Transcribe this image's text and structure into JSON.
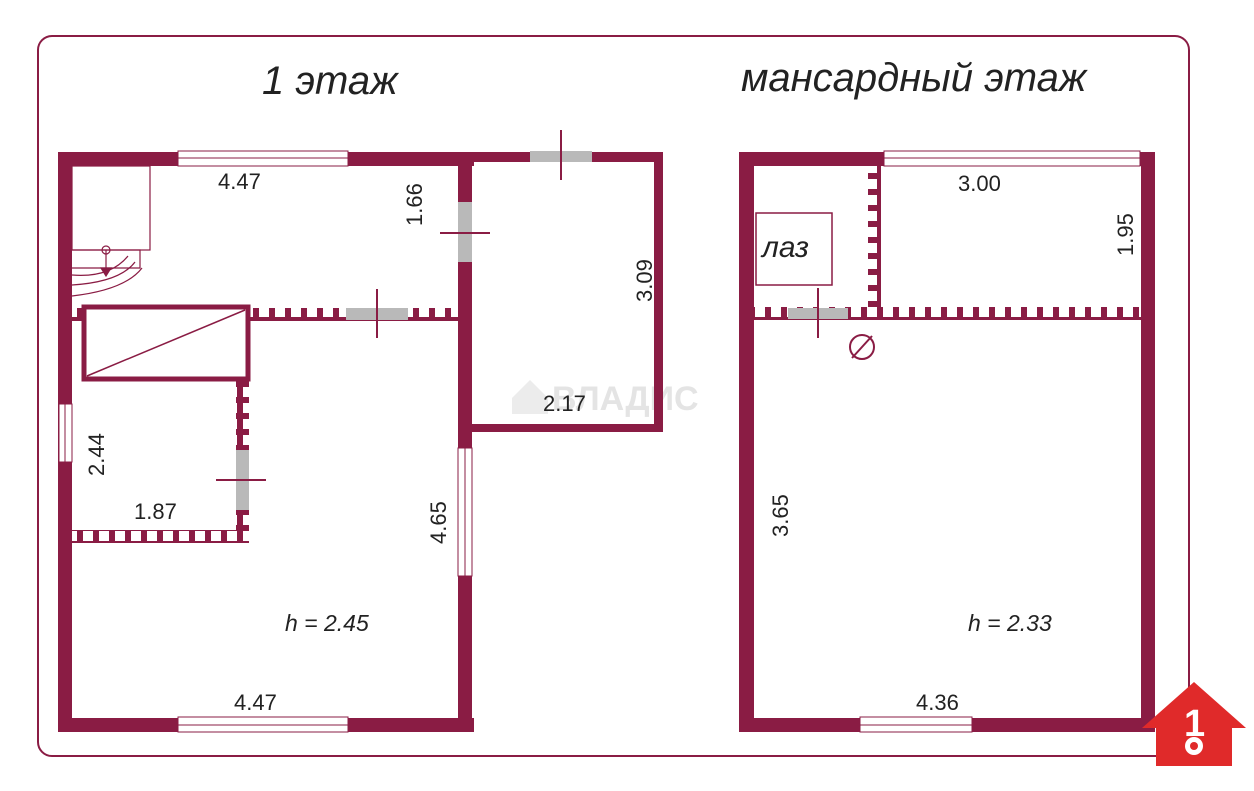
{
  "colors": {
    "wall": "#8a1c44",
    "frame": "#8a1c44",
    "door": "#b9b9b9",
    "badge": "#e02a2a",
    "text": "#222222"
  },
  "floor1": {
    "title": "1 этаж",
    "dims": {
      "top_left_width": "4.47",
      "top_room_depth": "1.66",
      "annex_depth": "3.09",
      "annex_width": "2.17",
      "small_room_depth": "2.44",
      "small_room_width": "1.87",
      "main_room_depth": "4.65",
      "bottom_width": "4.47"
    },
    "height_label": "h = 2.45"
  },
  "attic": {
    "title": "мансардный этаж",
    "hatch_label": "лаз",
    "dims": {
      "room_width": "3.00",
      "room_depth": "1.95",
      "main_depth": "3.65",
      "bottom_width": "4.36"
    },
    "height_label": "h = 2.33"
  },
  "watermark": "ВЛАДИС",
  "badge": {
    "number": "1",
    "icon": "house-key-icon"
  },
  "icons": {
    "chimney": "chimney-symbol-icon",
    "stairs": "stairs-icon"
  }
}
